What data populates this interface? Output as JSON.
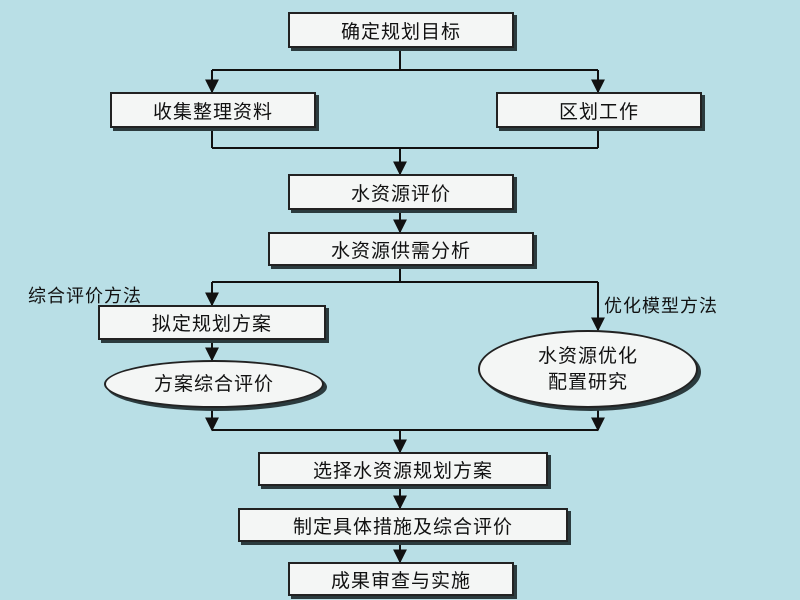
{
  "flowchart": {
    "goal": "确定规划目标",
    "collect": "收集整理资料",
    "zoning": "区划工作",
    "evaluation": "水资源评价",
    "supply_demand": "水资源供需分析",
    "method_left": "综合评价方法",
    "method_right": "优化模型方法",
    "draft_plan": "拟定规划方案",
    "plan_eval": "方案综合评价",
    "optimize_line1": "水资源优化",
    "optimize_line2": "配置研究",
    "select_plan": "选择水资源规划方案",
    "measures": "制定具体措施及综合评价",
    "review": "成果审查与实施"
  },
  "colors": {
    "background": "#b9dfe6",
    "box_fill": "#f4f6f5",
    "line": "#111111"
  }
}
